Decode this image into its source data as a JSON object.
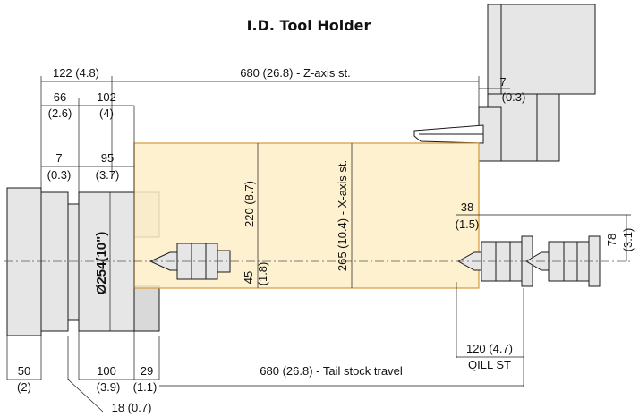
{
  "title": "I.D. Tool Holder",
  "colors": {
    "stroke": "#1a1a1a",
    "machine_fill": "#e6e6e6",
    "machine_fill_dark": "#cfcfcf",
    "work_area_fill": "#fdefc7",
    "work_area_stroke": "#d99a3a",
    "centerline": "#555555"
  },
  "labels": {
    "top_122": "122 (4.8)",
    "z_axis": "680 (26.8) - Z-axis st.",
    "d66": "66",
    "d66_in": "(2.6)",
    "d102": "102",
    "d102_in": "(4)",
    "d7_right": "7",
    "d7_right_in": "(0.3)",
    "d7_left": "7",
    "d7_left_in": "(0.3)",
    "d95": "95",
    "d95_in": "(3.7)",
    "d220": "220 (8.7)",
    "x_axis": "265 (10.4) - X-axis st.",
    "d45": "45",
    "d45_in": "(1.8)",
    "dia254": "Ø254(10\")",
    "d38": "38",
    "d38_in": "(1.5)",
    "d78": "78",
    "d78_in": "(3.1)",
    "d120": "120 (4.7)",
    "quill": "QILL ST",
    "d50": "50",
    "d50_in": "(2)",
    "d100": "100",
    "d100_in": "(3.9)",
    "d29": "29",
    "d29_in": "(1.1)",
    "tail_travel": "680 (26.8) - Tail stock travel",
    "d18": "18 (0.7)"
  }
}
